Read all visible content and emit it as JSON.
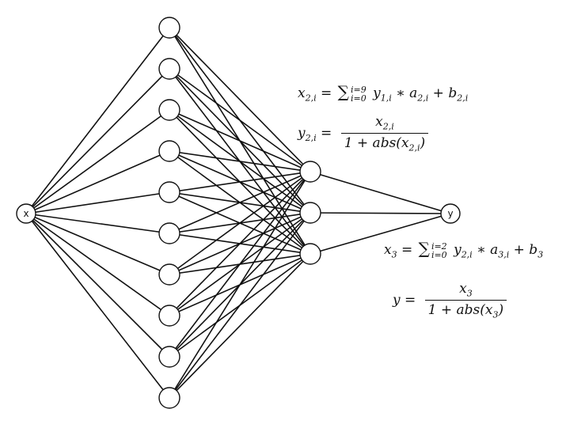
{
  "network": {
    "input": {
      "label": "x"
    },
    "hidden1_count": 10,
    "hidden2_count": 3,
    "output": {
      "label": "y"
    },
    "stroke_color": "#111111"
  },
  "formulas": {
    "f1": {
      "lhs": "x",
      "lhs_sub": "2,i",
      "eq": "=",
      "sum_upper": "i=9",
      "sum_lower": "i=0",
      "t1": "y",
      "t1_sub": "1,i",
      "op1": "∗",
      "t2": "a",
      "t2_sub": "2,i",
      "op2": "+",
      "t3": "b",
      "t3_sub": "2,i"
    },
    "f2": {
      "lhs": "y",
      "lhs_sub": "2,i",
      "eq": "=",
      "num": "x",
      "num_sub": "2,i",
      "den_pre": "1 + abs(",
      "den_var": "x",
      "den_sub": "2,i",
      "den_post": ")"
    },
    "f3": {
      "lhs": "x",
      "lhs_sub": "3",
      "eq": "=",
      "sum_upper": "i=2",
      "sum_lower": "i=0",
      "t1": "y",
      "t1_sub": "2,i",
      "op1": "∗",
      "t2": "a",
      "t2_sub": "3,i",
      "op2": "+",
      "t3": "b",
      "t3_sub": "3"
    },
    "f4": {
      "lhs": "y",
      "eq": "=",
      "num": "x",
      "num_sub": "3",
      "den_pre": "1 + abs(",
      "den_var": "x",
      "den_sub": "3",
      "den_post": ")"
    }
  }
}
